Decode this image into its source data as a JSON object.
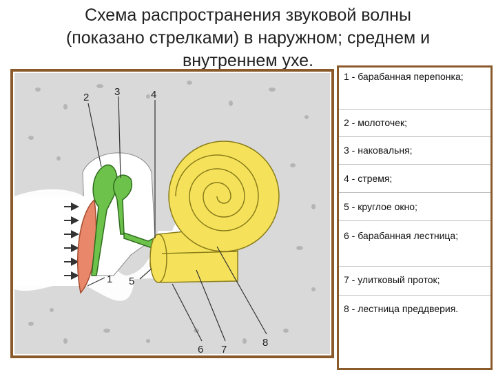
{
  "title": {
    "line1": "Схема распространения звуковой волны",
    "line2": "(показано стрелками) в наружном; среднем и",
    "line3": "внутреннем ухе."
  },
  "figure": {
    "labels": [
      "1",
      "2",
      "3",
      "4",
      "5",
      "6",
      "7",
      "8"
    ]
  },
  "legend": [
    "1 - барабанная перепонка;",
    "2 - молоточек;",
    "3 - наковальня;",
    "4 - стремя;",
    "5 - круглое окно;",
    "6 - барабанная лестница;",
    "7 - улитковый проток;",
    "8 - лестница преддверия."
  ],
  "colors": {
    "bone": "#d9d9d9",
    "ossicles": "#6cc24a",
    "cochlea": "#f5e25a",
    "eardrum": "#e8876a",
    "frame": "#8b5a2b"
  }
}
